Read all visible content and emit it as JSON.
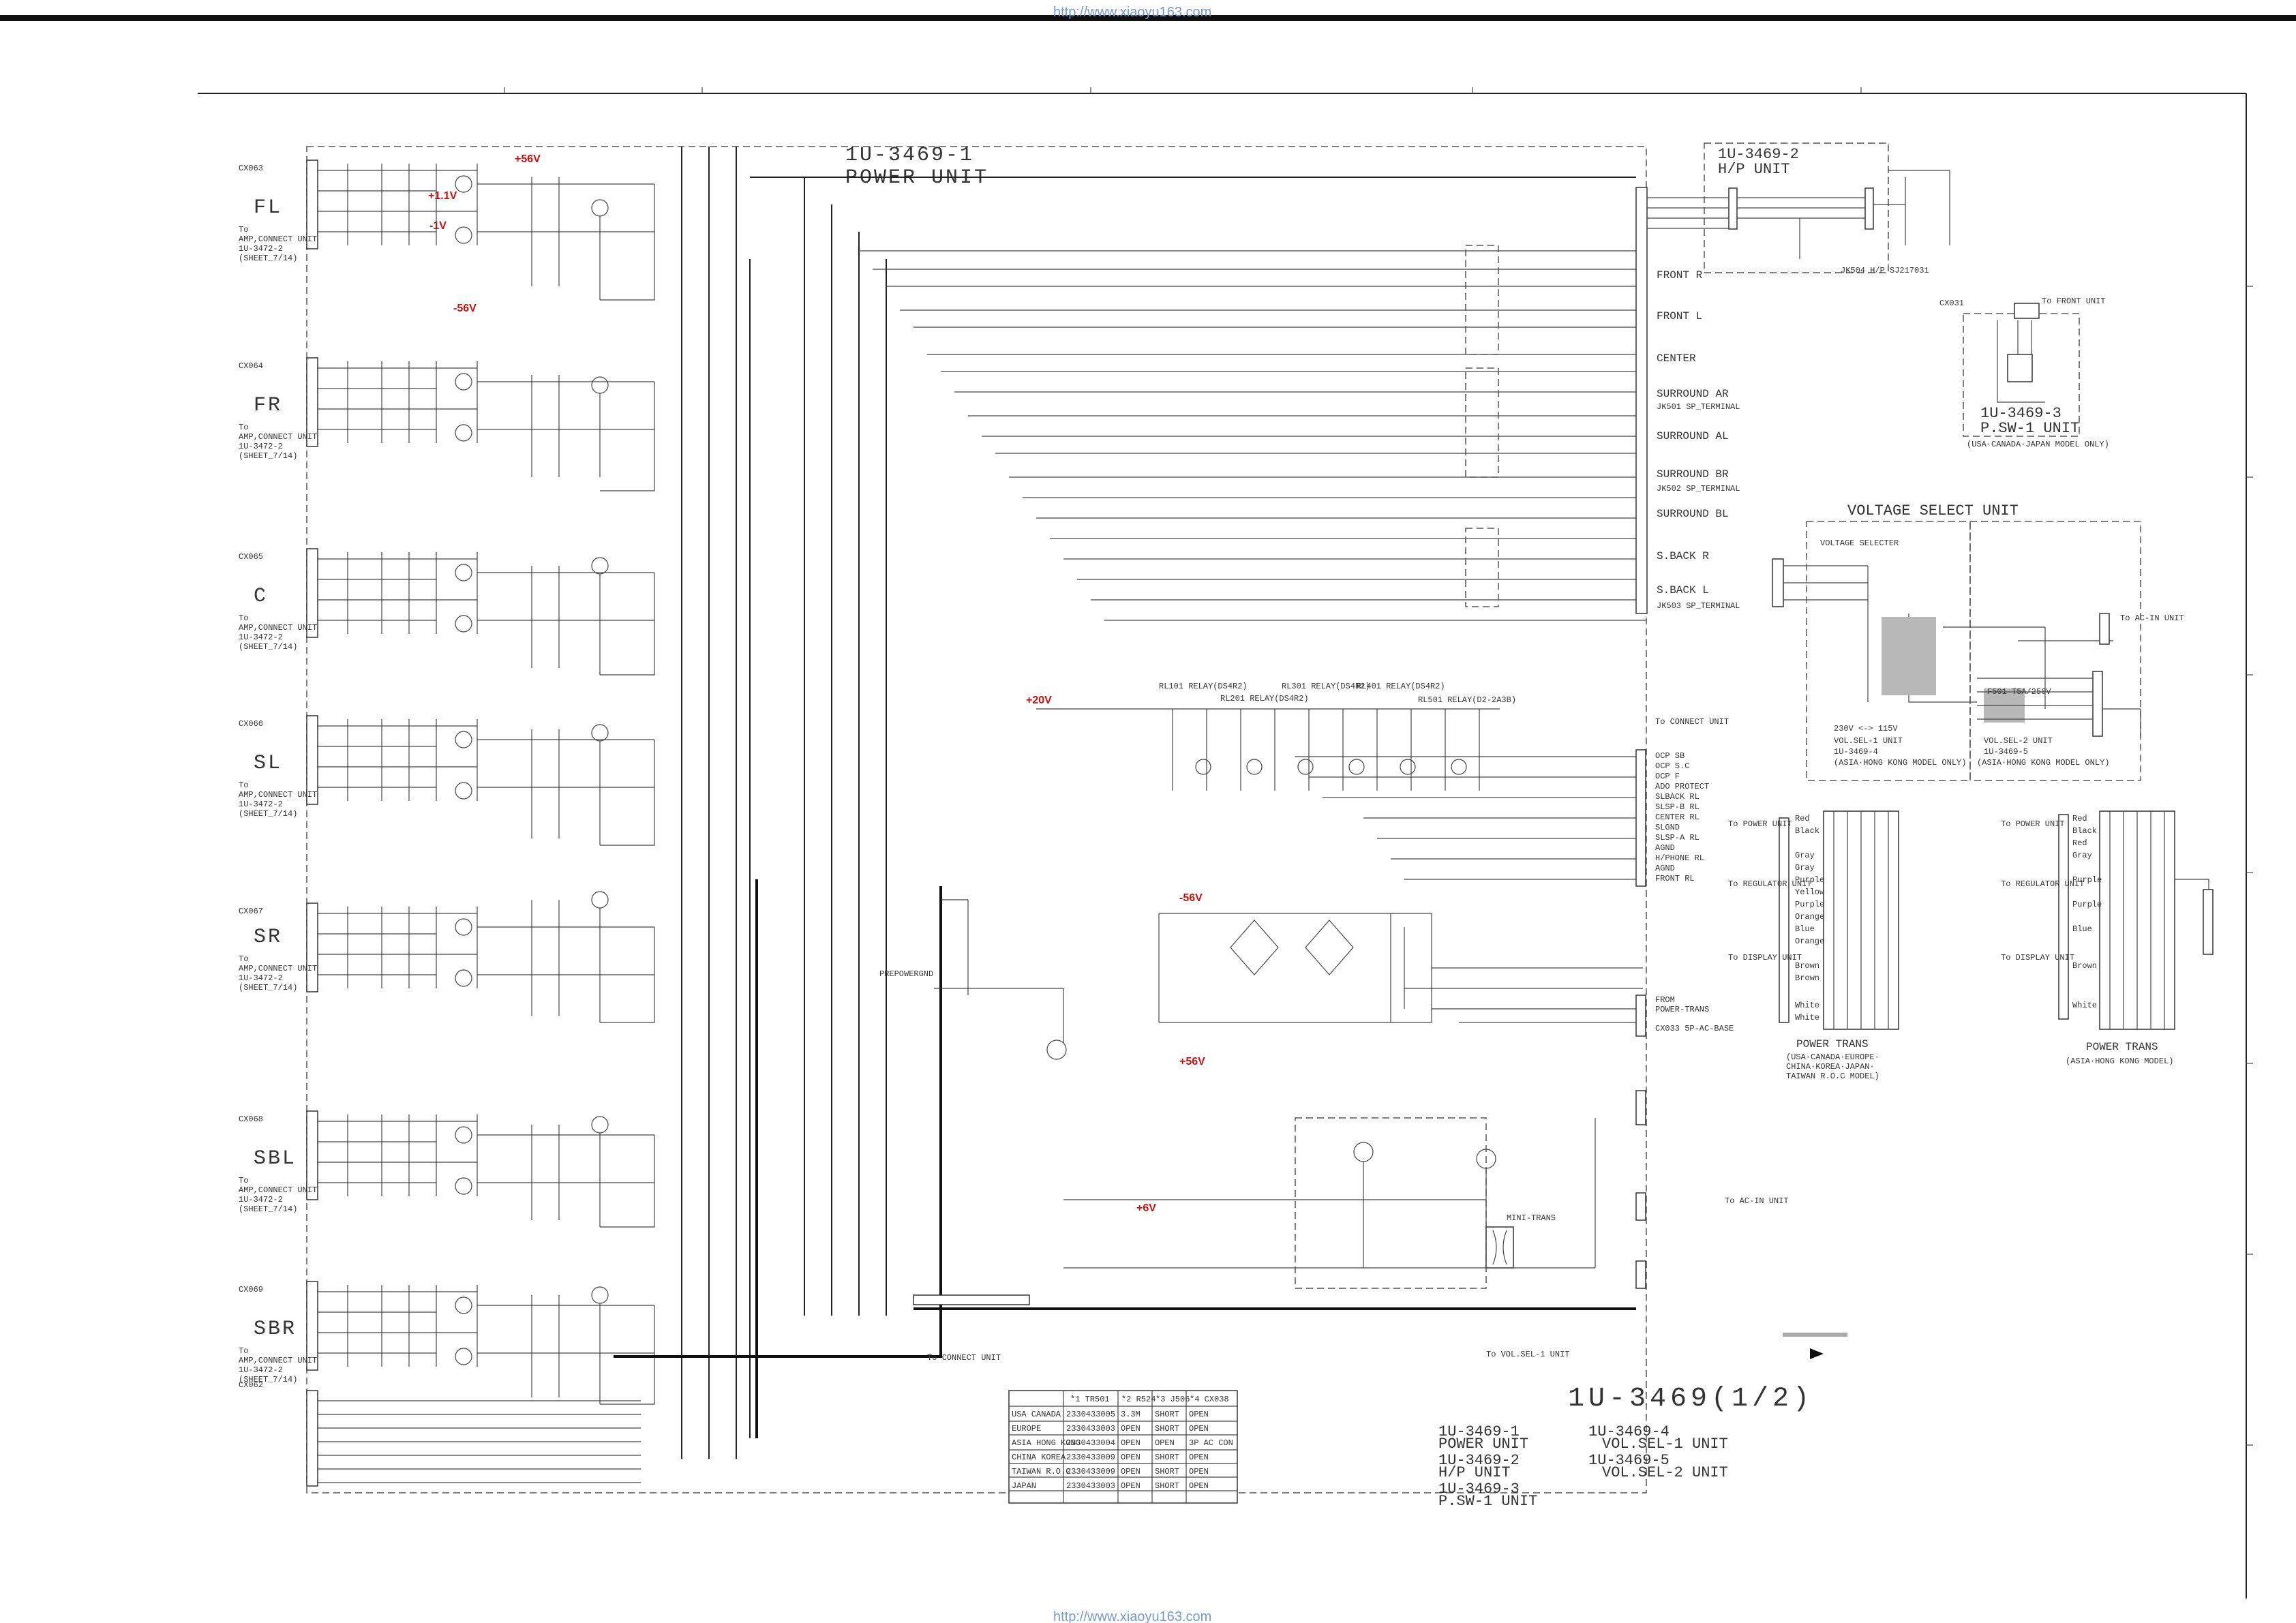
{
  "header": {
    "url": "http://www.xiaoyu163.com"
  },
  "footer": {
    "url": "http://www.xiaoyu163.com"
  },
  "colors": {
    "ink": "#222222",
    "voltage": "#cc1111",
    "watermark": "#7799cc"
  },
  "power_unit": {
    "title_line1": "1U-3469-1",
    "title_line2": "POWER UNIT"
  },
  "hp_unit": {
    "title_line1": "1U-3469-2",
    "title_line2": "H/P UNIT",
    "jack": "JK504 H/P SJ217031"
  },
  "psw_unit": {
    "title_line1": "1U-3469-3",
    "title_line2": "P.SW-1 UNIT",
    "note": "(USA·CANADA·JAPAN MODEL ONLY)",
    "conn": "CX031",
    "to": "To FRONT UNIT"
  },
  "channels": [
    {
      "label": "FL",
      "conn": "CX063"
    },
    {
      "label": "FR",
      "conn": "CX064"
    },
    {
      "label": "C",
      "conn": "CX065"
    },
    {
      "label": "SL",
      "conn": "CX066"
    },
    {
      "label": "SR",
      "conn": "CX067"
    },
    {
      "label": "SBL",
      "conn": "CX068"
    },
    {
      "label": "SBR",
      "conn": "CX069"
    }
  ],
  "channel_note": {
    "line1": "To",
    "line2": "AMP,CONNECT UNIT",
    "line3": "1U-3472-2",
    "line4": "(SHEET_7/14)"
  },
  "voltages": {
    "v1": "+56V",
    "v2": "+1.1V",
    "v3": "-1V",
    "v4": "-56V",
    "v5": "+20V",
    "v6": "-56V",
    "v7": "+56V",
    "v8": "+6V"
  },
  "outputs": [
    "FRONT R",
    "FRONT L",
    "CENTER",
    "SURROUND AR",
    "SURROUND AL",
    "SURROUND BR",
    "SURROUND BL",
    "S.BACK R",
    "S.BACK L"
  ],
  "terminals": {
    "t1": "JK501 SP_TERMINAL",
    "t2": "JK502 SP_TERMINAL",
    "t3": "JK503 SP_TERMINAL"
  },
  "connect_unit": {
    "heading": "To CONNECT UNIT",
    "pins": [
      "OCP SB",
      "OCP S.C",
      "OCP F",
      "ADO PROTECT",
      "SLBACK RL",
      "SLSP-B RL",
      "CENTER RL",
      "SLGND",
      "SLSP-A RL",
      "AGND",
      "H/PHONE RL",
      "AGND",
      "FRONT RL"
    ]
  },
  "relays": [
    "RL101 RELAY(DS4R2)",
    "RL201 RELAY(DS4R2)",
    "RL301 RELAY(DS4R2)",
    "RL401 RELAY(DS4R2)",
    "RL501 RELAY(D2-2A3B)"
  ],
  "from_trans": {
    "line1": "FROM",
    "line2": "POWER-TRANS",
    "conn": "CX033 5P-AC-BASE"
  },
  "voltage_select": {
    "title": "VOLTAGE SELECT UNIT",
    "selector": "VOLTAGE SELECTER",
    "range": "230V <-> 115V",
    "vol1": "VOL.SEL-1 UNIT",
    "vol1_id": "1U-3469-4",
    "vol2": "VOL.SEL-2 UNIT",
    "vol2_id": "1U-3469-5",
    "note": "(ASIA·HONG KONG MODEL ONLY)",
    "to_acin": "To AC-IN UNIT",
    "fuse": "F501 T5A/250V"
  },
  "power_trans": {
    "title": "POWER TRANS",
    "left_note1": "(USA·CANADA·EUROPE·",
    "left_note2": "CHINA·KOREA·JAPAN·",
    "left_note3": "TAIWAN R.O.C MODEL)",
    "right_note": "(ASIA·HONG KONG MODEL)",
    "wires": [
      "Red",
      "Black",
      "Red",
      "Gray",
      "Gray",
      "Purple",
      "Yellow",
      "Purple",
      "Orange",
      "Blue",
      "Orange",
      "Brown",
      "Brown",
      "White",
      "White"
    ],
    "to_power": "To POWER UNIT",
    "to_regulator": "To REGULATOR UNIT",
    "to_display": "To DISPLAY UNIT"
  },
  "model_table": {
    "headers": [
      "",
      "*1 TR501",
      "*2 R524",
      "*3 J506",
      "*4 CX038"
    ],
    "rows": [
      [
        "USA CANADA",
        "2330433005",
        "3.3M",
        "SHORT",
        "OPEN"
      ],
      [
        "EUROPE",
        "2330433003",
        "OPEN",
        "SHORT",
        "OPEN"
      ],
      [
        "ASIA HONG KONG",
        "2330433004",
        "OPEN",
        "OPEN",
        "3P AC CON"
      ],
      [
        "CHINA KOREA",
        "2330433009",
        "OPEN",
        "SHORT",
        "OPEN"
      ],
      [
        "TAIWAN R.O.C",
        "2330433009",
        "OPEN",
        "SHORT",
        "OPEN"
      ],
      [
        "JAPAN",
        "2330433003",
        "OPEN",
        "SHORT",
        "OPEN"
      ]
    ]
  },
  "legend": {
    "sheet_title": "1U-3469(1/2)",
    "items": [
      {
        "id": "1U-3469-1",
        "name": "POWER UNIT"
      },
      {
        "id": "1U-3469-2",
        "name": "H/P UNIT"
      },
      {
        "id": "1U-3469-3",
        "name": "P.SW-1 UNIT"
      },
      {
        "id": "1U-3469-4",
        "name": "VOL.SEL-1 UNIT"
      },
      {
        "id": "1U-3469-5",
        "name": "VOL.SEL-2 UNIT"
      }
    ]
  },
  "misc": {
    "mini_trans": "MINI-TRANS",
    "to_acin_unit": "To AC-IN UNIT",
    "to_vol_sel": "To VOL.SEL-1 UNIT",
    "to_connect_bottom": "To CONNECT UNIT",
    "gnd_label": "PREPOWERGND",
    "bottom_conn": "CX062"
  }
}
